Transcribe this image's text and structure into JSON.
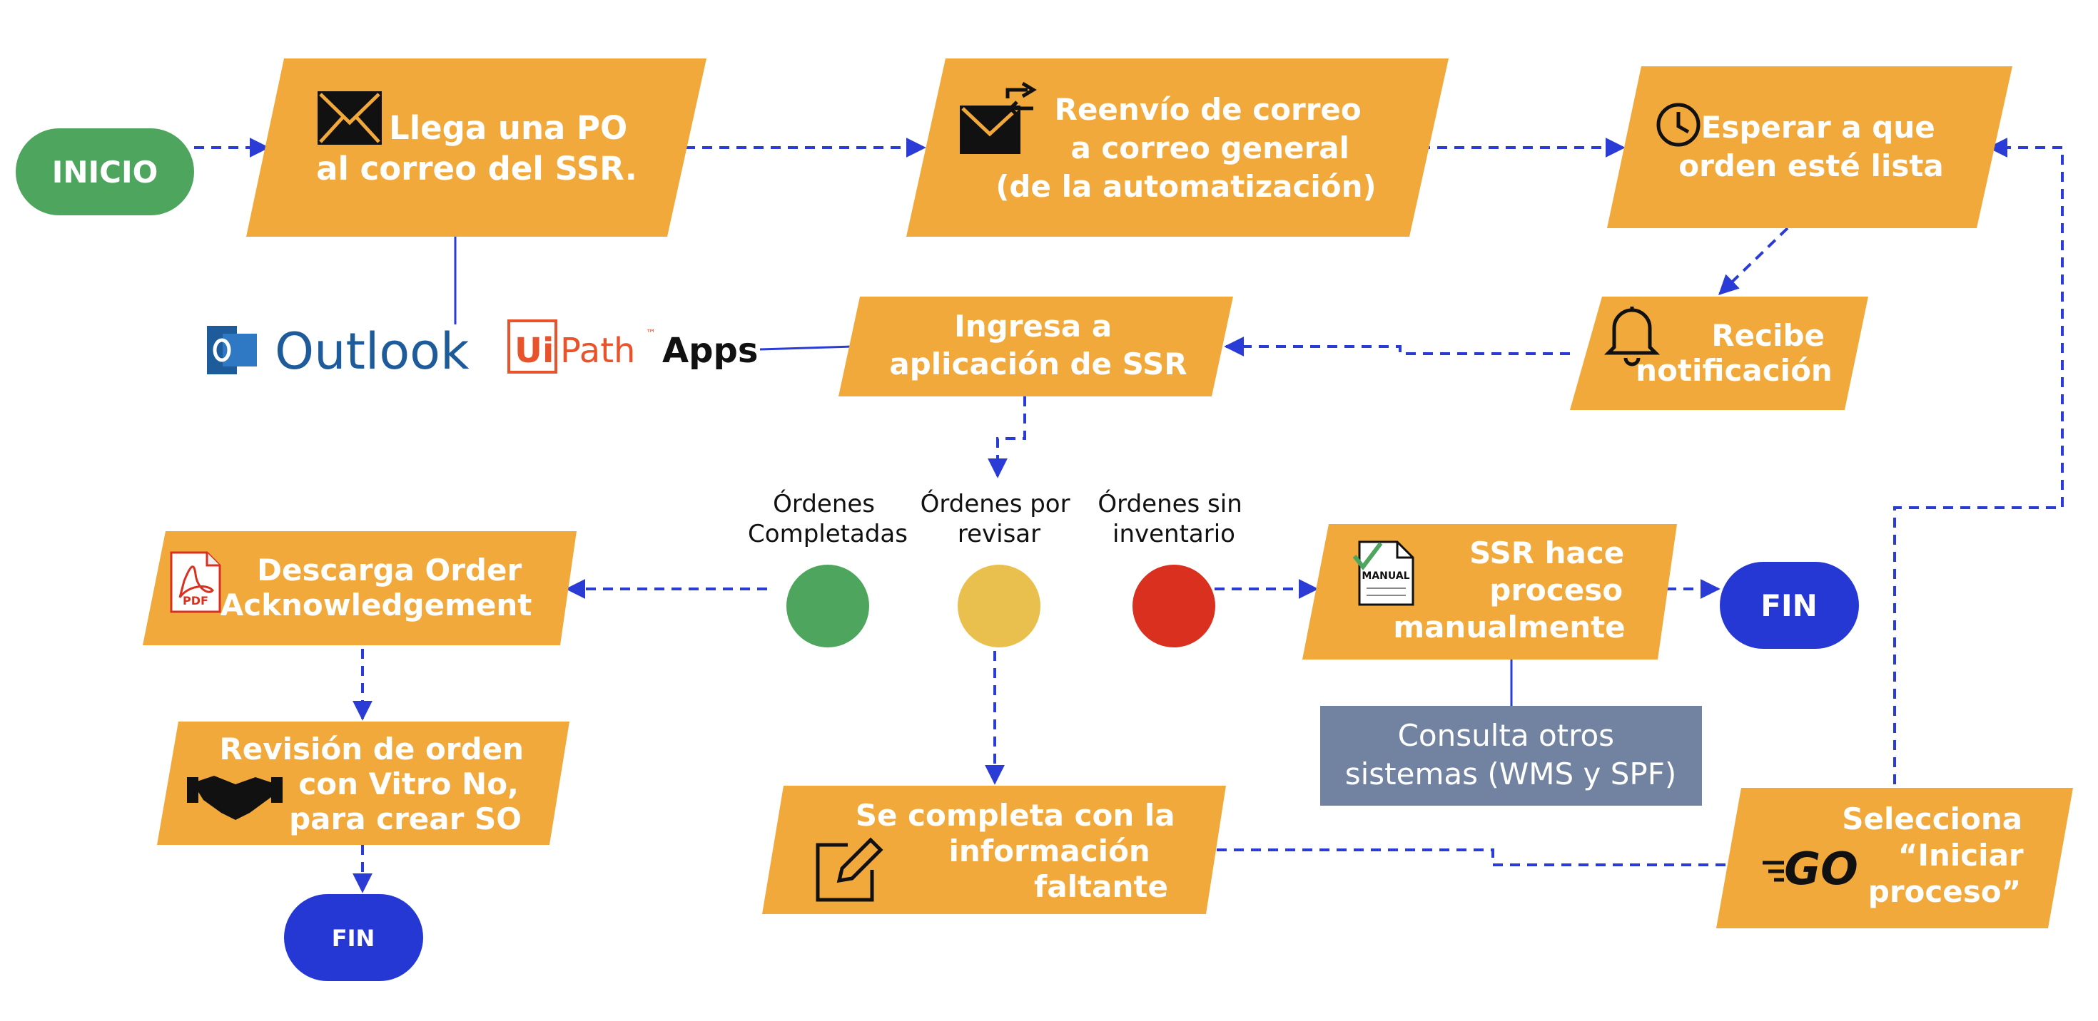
{
  "start": {
    "label": "INICIO"
  },
  "ends": {
    "fin_main": "FIN",
    "fin_left": "FIN"
  },
  "steps": {
    "llega_po": [
      "Llega una PO",
      "al correo del SSR."
    ],
    "reenvio": [
      "Reenvío de correo",
      "a correo general",
      "(de la automatización)"
    ],
    "esperar": [
      "Esperar a que",
      "orden esté lista"
    ],
    "recibe": [
      "Recibe",
      "notificación"
    ],
    "ingresa": [
      "Ingresa a",
      "aplicación de SSR"
    ],
    "descarga": [
      "Descarga Order",
      "Acknowledgement"
    ],
    "revision": [
      "Revisión de orden",
      "con Vitro No,",
      "para crear SO"
    ],
    "completa": [
      "Se completa con la",
      "información",
      "faltante"
    ],
    "manual": [
      "SSR hace",
      "proceso",
      "manualmente"
    ],
    "selecciona": [
      "Selecciona",
      "“Iniciar",
      "proceso”"
    ]
  },
  "status": {
    "completadas": [
      "Órdenes",
      "Completadas"
    ],
    "por_revisar": [
      "Órdenes por",
      "revisar"
    ],
    "sin_inventario": [
      "Órdenes sin",
      "inventario"
    ]
  },
  "consulta": [
    "Consulta otros",
    "sistemas (WMS y SPF)"
  ],
  "logos": {
    "outlook": "Outlook",
    "uipath_ui": "Ui",
    "uipath_path": "Path",
    "uipath_tm": "™",
    "uipath_apps": "Apps",
    "go": "GO",
    "pdf": "PDF",
    "manual": "MANUAL"
  },
  "colors": {
    "step": "#f2a93b",
    "start": "#4ea55d",
    "end": "#2638d4",
    "connector": "#2b3cd6",
    "green": "#4ea55d",
    "yellow": "#e9c04d",
    "red": "#d9301f",
    "consulta": "#7283a1"
  },
  "icons": [
    "envelope-icon",
    "envelope-forward-icon",
    "clock-icon",
    "bell-icon",
    "pdf-icon",
    "handshake-icon",
    "edit-icon",
    "manual-doc-icon",
    "go-logo",
    "outlook-logo",
    "uipath-logo"
  ]
}
